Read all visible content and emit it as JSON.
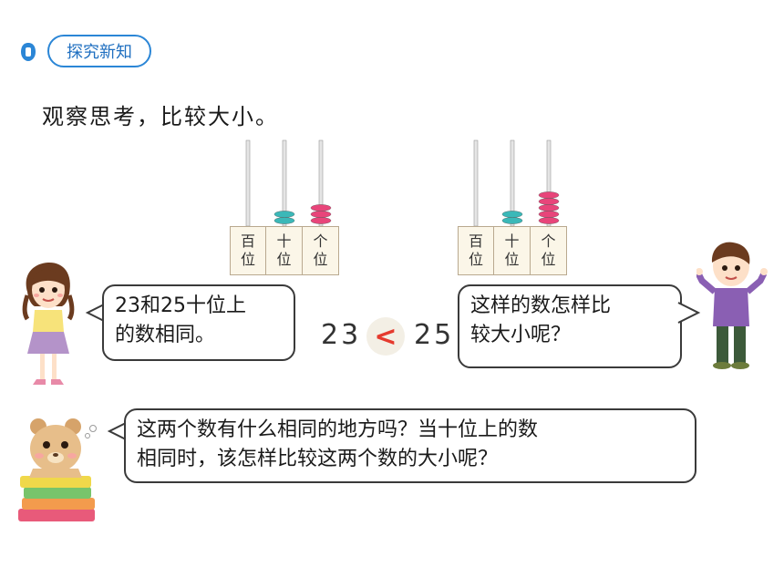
{
  "header": {
    "tag_label": "探究新知"
  },
  "heading": "观察思考，比较大小。",
  "abacus_left": {
    "labels": [
      {
        "line1": "百",
        "line2": "位"
      },
      {
        "line1": "十",
        "line2": "位"
      },
      {
        "line1": "个",
        "line2": "位"
      }
    ],
    "beads": [
      0,
      2,
      3
    ]
  },
  "abacus_right": {
    "labels": [
      {
        "line1": "百",
        "line2": "位"
      },
      {
        "line1": "十",
        "line2": "位"
      },
      {
        "line1": "个",
        "line2": "位"
      }
    ],
    "beads": [
      0,
      2,
      5
    ]
  },
  "bubbles": {
    "girl": {
      "line1": "23和25十位上",
      "line2": "的数相同。"
    },
    "boy": {
      "line1": "这样的数怎样比",
      "line2": "较大小呢？"
    },
    "bear": {
      "line1": "这两个数有什么相同的地方吗？当十位上的数",
      "line2": "相同时，该怎样比较这两个数的大小呢？"
    }
  },
  "comparison": {
    "left": "23",
    "symbol": "<",
    "right": "25"
  },
  "colors": {
    "tens_bead": "#3bb8b8",
    "ones_bead": "#e8457a",
    "accent": "#2b86d6",
    "symbol": "#e53a2e"
  }
}
